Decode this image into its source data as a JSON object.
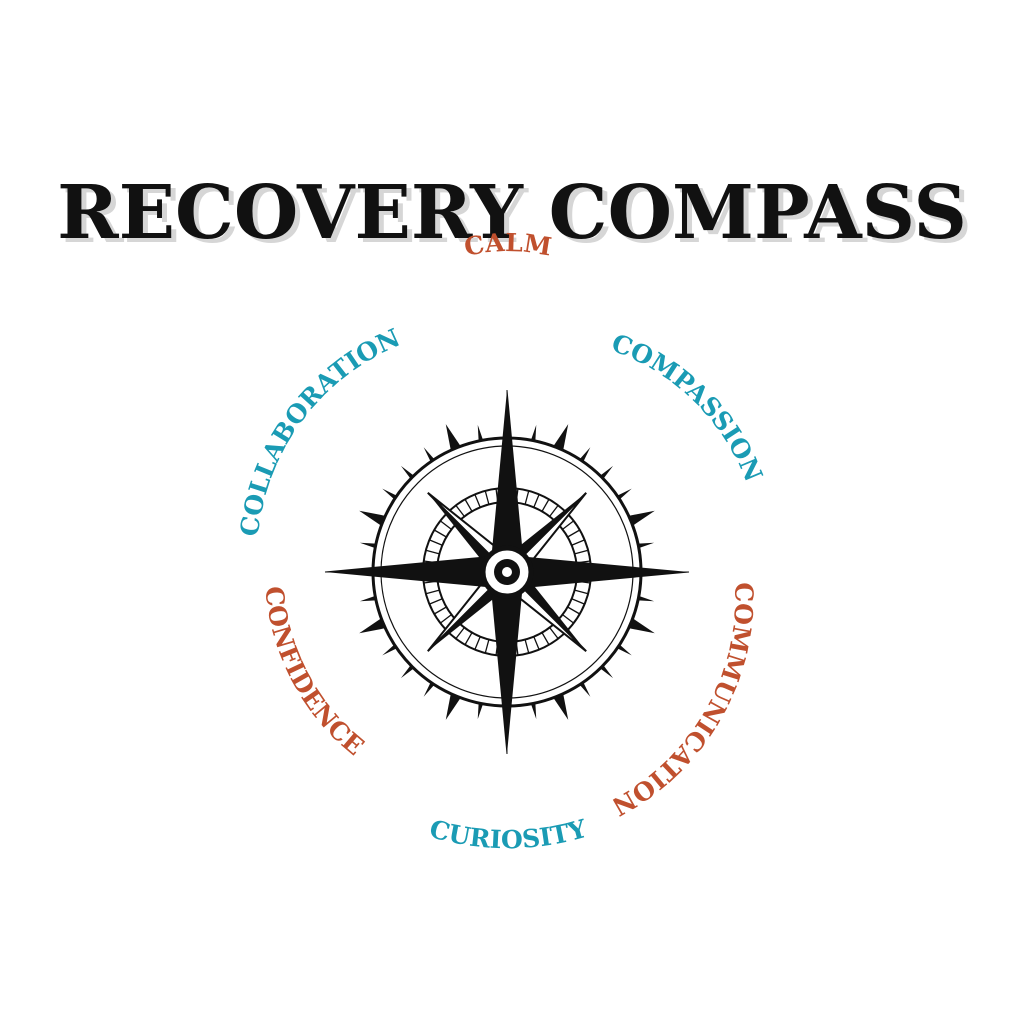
{
  "title": "RECOVERY COMPASS",
  "colors": {
    "orange": "#c0502e",
    "teal": "#1a9bb4",
    "ink": "#111111"
  },
  "words": [
    {
      "key": "calm",
      "text": "CALM",
      "color": "orange"
    },
    {
      "key": "compassion",
      "text": "COMPASSION",
      "color": "teal"
    },
    {
      "key": "communication",
      "text": "COMMUNICATION",
      "color": "orange"
    },
    {
      "key": "curiosity",
      "text": "CURIOSITY",
      "color": "teal"
    },
    {
      "key": "confidence",
      "text": "CONFIDENCE",
      "color": "orange"
    },
    {
      "key": "collaboration",
      "text": "COLLABORATION",
      "color": "teal"
    }
  ]
}
